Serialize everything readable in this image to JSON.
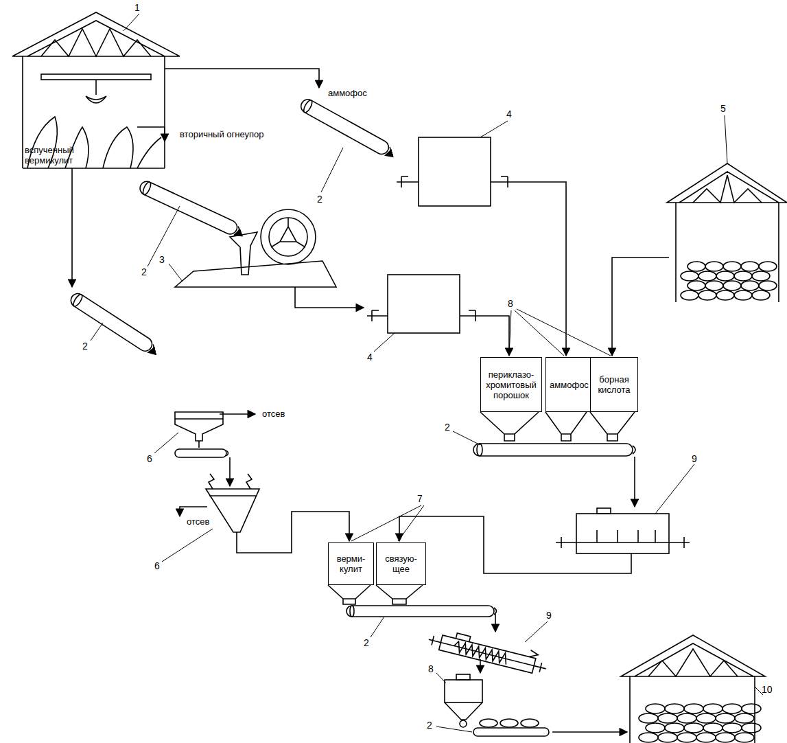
{
  "diagram": {
    "nodes": [
      {
        "text": [
          "периклазо- хромитовый порошок"
        ]
      },
      {
        "text": [
          "аммофос"
        ]
      },
      {
        "text": [
          "борная кислота"
        ]
      },
      {
        "text": [
          "верми- кулит"
        ]
      },
      {
        "text": [
          "связую- щее"
        ]
      }
    ],
    "labels": [
      "1",
      "аммофос",
      "4",
      "5",
      "вторичный огнеупор",
      "2",
      "2",
      "3",
      "вспученный вермикулит",
      "4",
      "8",
      "2",
      "2",
      "9",
      "отсев",
      "6",
      "отсев",
      "7",
      "6",
      "2",
      "9",
      "8",
      "2",
      "10"
    ]
  }
}
